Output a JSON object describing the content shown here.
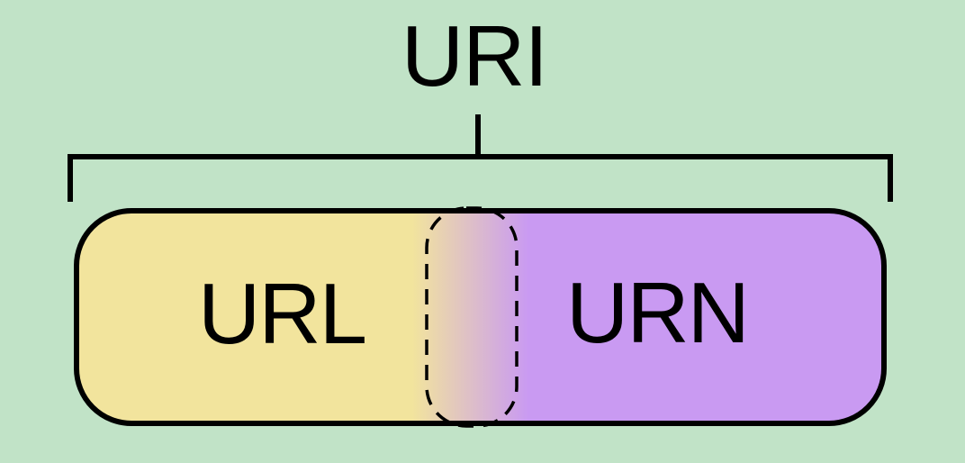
{
  "diagram": {
    "title": "URI",
    "regions": [
      {
        "label": "URL",
        "fill": "#F2E49D",
        "description": "left half of pill"
      },
      {
        "label": "URN",
        "fill": "#C99AF2",
        "description": "right half of pill"
      }
    ],
    "overlap": {
      "style": "dashed capsule",
      "gradient": [
        "#F2E49D",
        "#DDC0C8",
        "#C99AF2"
      ]
    },
    "labels": {
      "title": "URI",
      "left": "URL",
      "right": "URN"
    }
  },
  "colors": {
    "background": "#C1E3C7",
    "url_fill": "#F2E49D",
    "urn_fill": "#C99AF2",
    "outline": "#000000"
  }
}
